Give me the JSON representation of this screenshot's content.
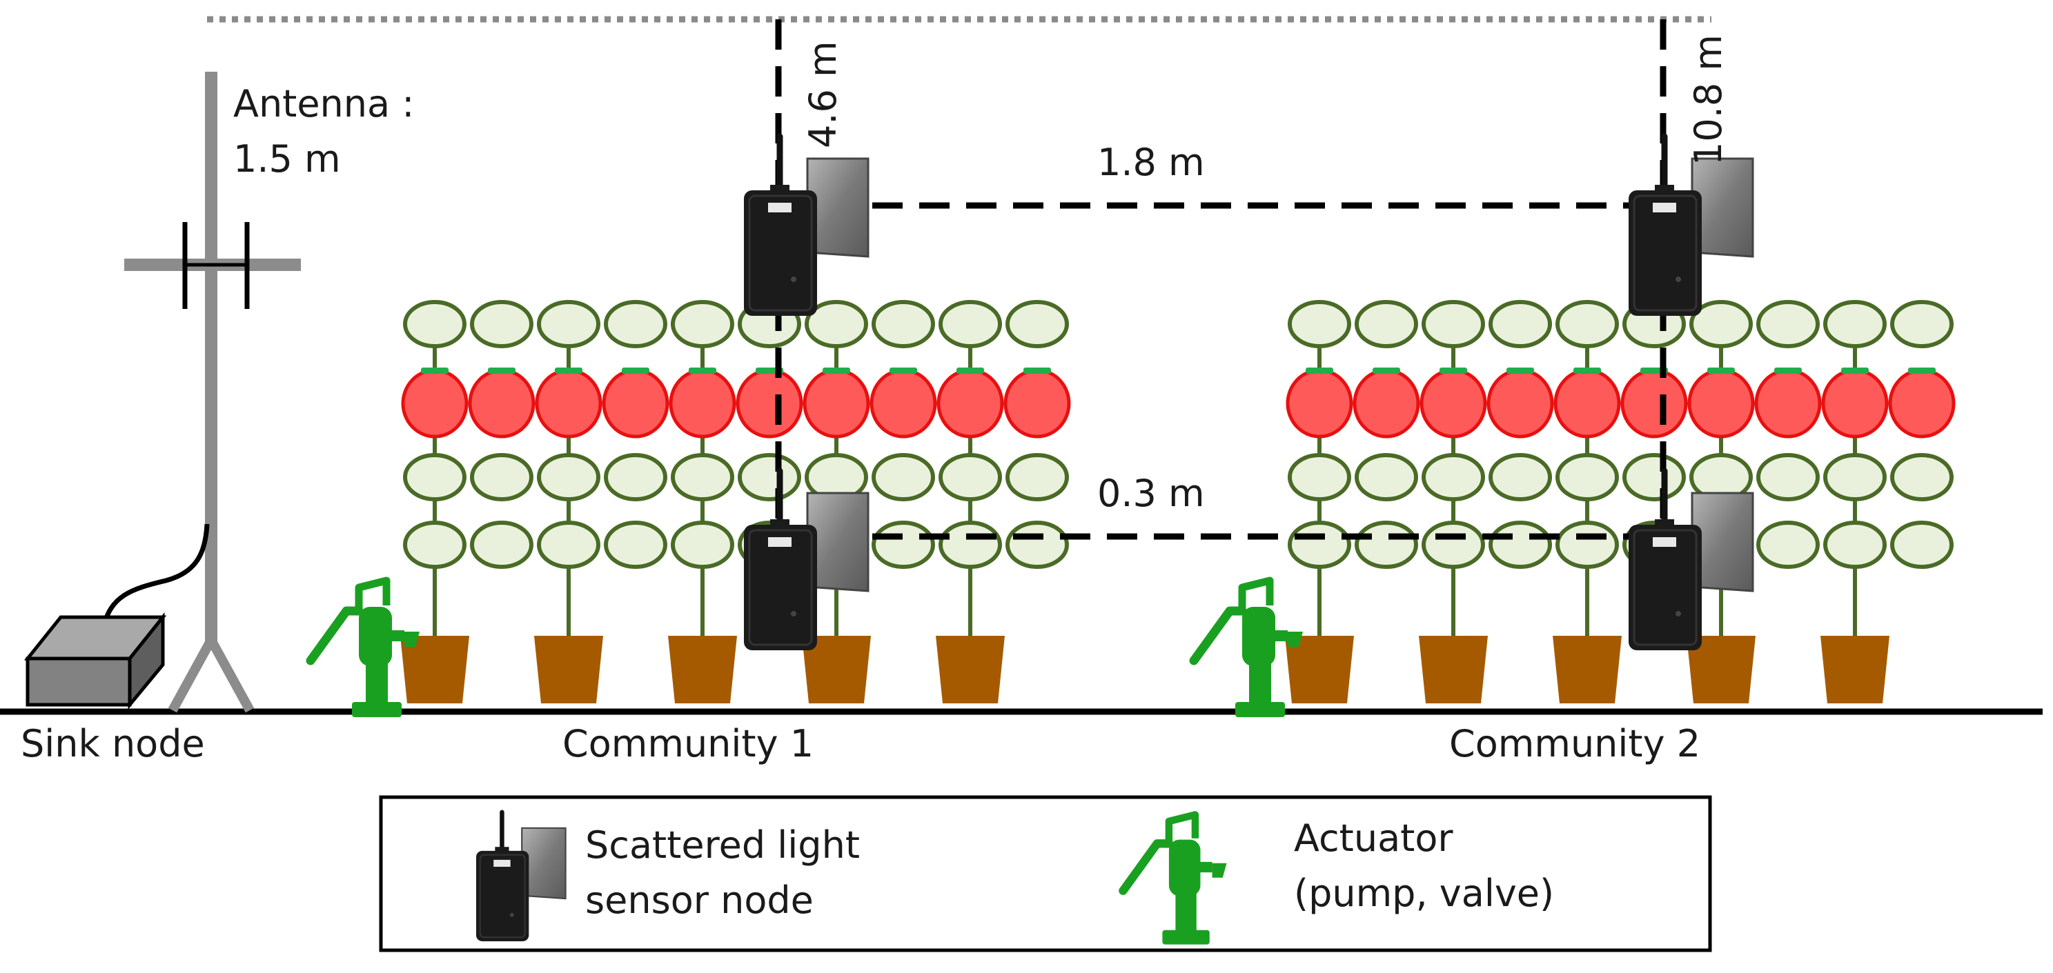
{
  "labels": {
    "antenna": "Antenna :",
    "antenna_height": "1.5 m",
    "sink_node": "Sink node",
    "community_1": "Community 1",
    "community_2": "Community 2",
    "spacing_horizontal": "1.8 m",
    "spacing_vertical": "0.3 m",
    "height_1": "4.6 m",
    "height_2": "10.8 m"
  },
  "legend": {
    "sensor_line1": "Scattered light",
    "sensor_line2": "sensor node",
    "actuator_line1": "Actuator",
    "actuator_line2": "(pump, valve)"
  },
  "colors": {
    "leaf_fill": "#e9f1dc",
    "leaf_stroke": "#4a6b26",
    "fruit_fill": "#ff5a5a",
    "fruit_stroke": "#e81010",
    "fruit_cap": "#1fae4a",
    "pot": "#a65a00",
    "pump": "#1aa020",
    "sensor_body": "#1b1b1b",
    "sensor_back": "#8a8a8a",
    "antenna_pole": "#8c8c8c"
  },
  "icons": [
    "sensor-node-icon",
    "pump-icon",
    "sink-node-box-icon",
    "antenna-mast-icon"
  ]
}
